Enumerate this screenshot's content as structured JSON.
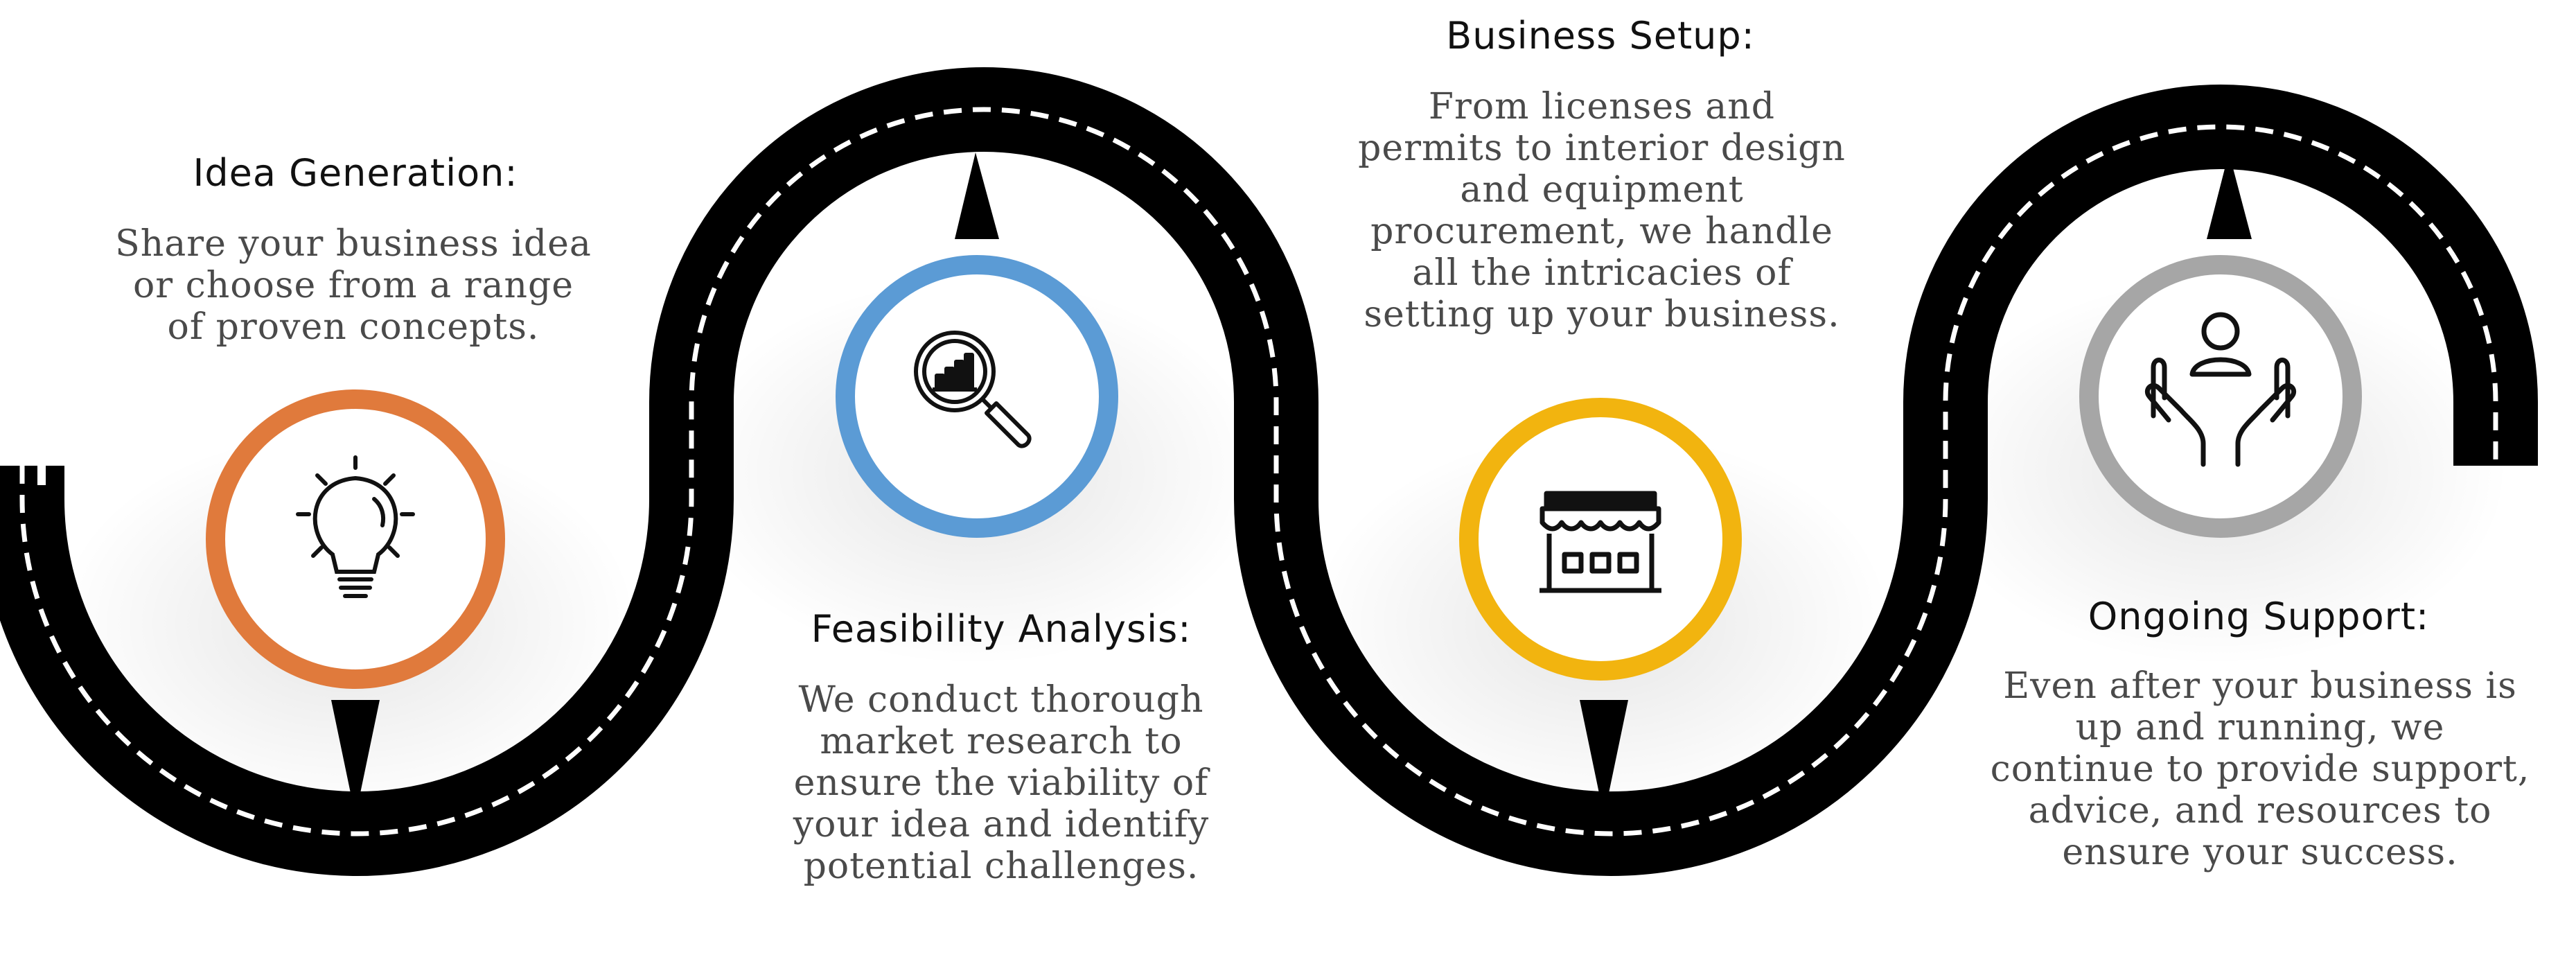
{
  "colors": {
    "road": "#000000",
    "dash": "#ffffff",
    "step1_ring": "#e07a3c",
    "step2_ring": "#5b9bd5",
    "step3_ring": "#f2b40f",
    "step4_ring": "#a6a6a6",
    "title": "#111111",
    "text": "#4a4a4a"
  },
  "steps": [
    {
      "title": "Idea Generation:",
      "description": [
        "Share your business idea",
        "or choose from a range",
        "of proven concepts."
      ],
      "icon": "lightbulb-icon"
    },
    {
      "title": "Feasibility Analysis:",
      "description": [
        "We conduct thorough",
        "market research to",
        "ensure the viability of",
        "your idea and identify",
        "potential challenges."
      ],
      "icon": "magnifier-chart-icon"
    },
    {
      "title": "Business Setup:",
      "description": [
        "From licenses and",
        "permits to interior design",
        "and equipment",
        "procurement, we handle",
        "all the intricacies of",
        "setting up your business."
      ],
      "icon": "storefront-icon"
    },
    {
      "title": "Ongoing Support:",
      "description": [
        "Even after your business is",
        "up and running, we",
        "continue to provide support,",
        "advice, and resources to",
        "ensure your success."
      ],
      "icon": "hands-person-icon"
    }
  ]
}
